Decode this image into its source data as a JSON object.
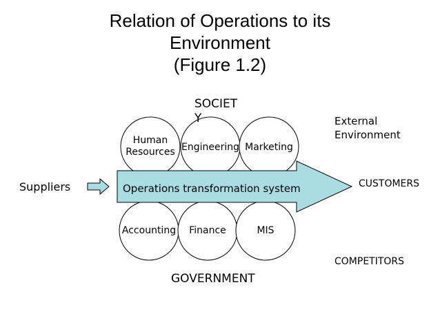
{
  "title": {
    "line1": "Relation of Operations to its",
    "line2": "Environment",
    "line3": "(Figure 1.2)"
  },
  "labels": {
    "society_line1": "SOCIET",
    "society_line2": "Y",
    "external_line1": "External",
    "external_line2": "Environment",
    "suppliers": "Suppliers",
    "customers": "CUSTOMERS",
    "competitors": "COMPETITORS",
    "government": "GOVERNMENT",
    "transformation": "Operations transformation system"
  },
  "top_circles": [
    {
      "line1": "Human",
      "line2": "Resources"
    },
    {
      "line1": "Engineering"
    },
    {
      "line1": "Marketing"
    }
  ],
  "bottom_circles": [
    {
      "line1": "Accounting"
    },
    {
      "line1": "Finance"
    },
    {
      "line1": "MIS"
    }
  ],
  "colors": {
    "arrow_fill": "#a9dde3",
    "stroke": "#000000",
    "background": "#ffffff"
  }
}
